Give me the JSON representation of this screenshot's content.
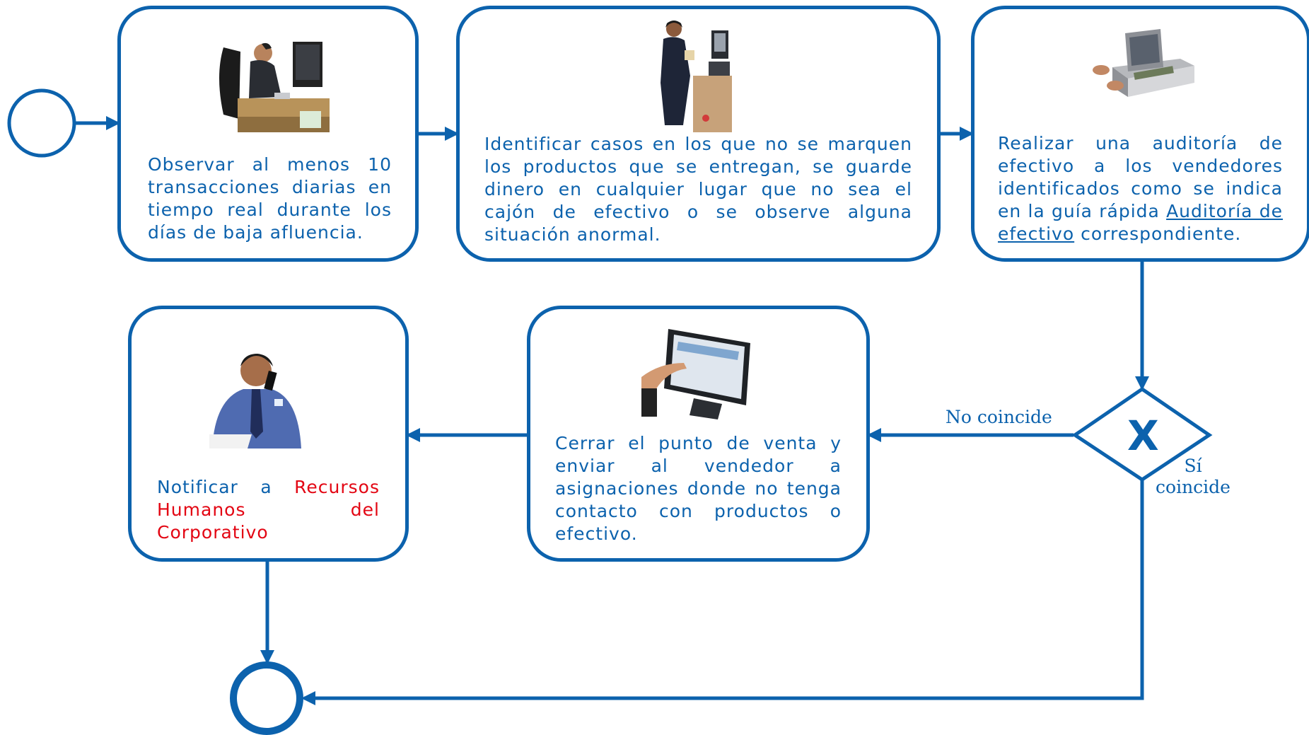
{
  "colors": {
    "line": "#0c62ad",
    "text": "#0c62ad",
    "highlight": "#e30613"
  },
  "steps": {
    "s1": "Observar al menos 10 transacciones diarias en tiempo real durante los días de baja afluencia.",
    "s2": "Identificar casos en los que no se marquen los productos que se entregan, se guarde dinero en cualquier lugar que no sea el cajón de efectivo o se observe alguna situación anormal.",
    "s3_a": "Realizar una auditoría de efectivo a los vendedores identificados como se indica en la guía rápida ",
    "s3_link": "Auditoría de efectivo",
    "s3_b": " correspondiente.",
    "s4": "Cerrar el punto de venta y enviar al vendedor a asignaciones donde no tenga contacto con productos o efectivo.",
    "s5_a": "Notificar a ",
    "s5_b": "Recursos Humanos del Corporativo"
  },
  "gateway": {
    "symbol": "X",
    "no": "No coincide",
    "yes": "Sí coincide"
  },
  "icons": {
    "s1": "man-at-computer-photo",
    "s2": "cashier-at-register-photo",
    "s3": "cash-drawer-photo",
    "s4": "touchscreen-pos-photo",
    "s5": "man-on-phone-photo"
  }
}
